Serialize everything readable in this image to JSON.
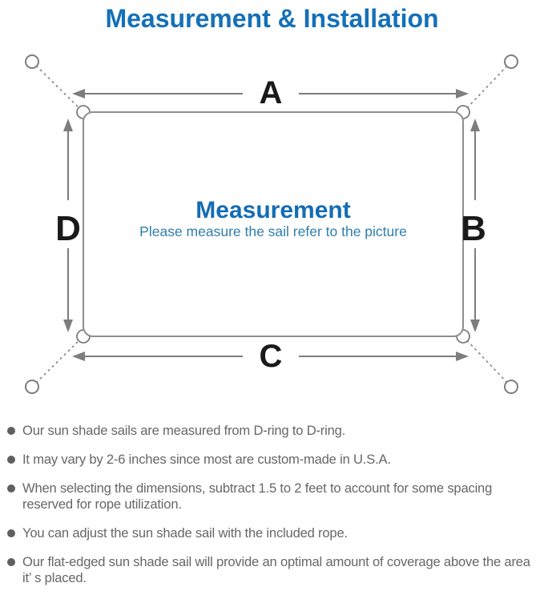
{
  "title": "Measurement & Installation",
  "diagram": {
    "labels": {
      "top": "A",
      "right": "B",
      "bottom": "C",
      "left": "D"
    },
    "center_title": "Measurement",
    "center_subtitle": "Please measure the sail refer to the picture"
  },
  "notes": [
    "Our sun shade sails are measured from D-ring to D-ring.",
    "It may vary by 2-6 inches since most are custom-made in U.S.A.",
    "When selecting the dimensions, subtract 1.5 to 2 feet to account for some spacing reserved for rope utilization.",
    "You can adjust the sun shade sail with the included rope.",
    "Our flat-edged sun shade sail will provide an optimal amount of coverage above the area it’ s placed."
  ],
  "colors": {
    "title_blue": "#1470b8",
    "center_title_blue": "#146cb4",
    "subtitle_blue": "#2e7fae",
    "line_gray": "#7d7d7d",
    "border_gray": "#8f8f8f",
    "label_black": "#1a1a1a",
    "note_text_gray": "#676767"
  }
}
